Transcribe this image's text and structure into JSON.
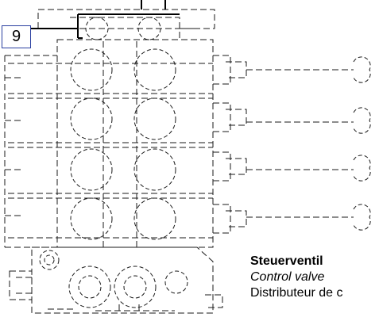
{
  "callout": {
    "number": "9"
  },
  "caption": {
    "german": "Steuerventil",
    "english": "Control valve",
    "french": "Distributeur de c"
  },
  "colors": {
    "callout_border": "#2a3fa0",
    "line": "#1a1a1a"
  }
}
